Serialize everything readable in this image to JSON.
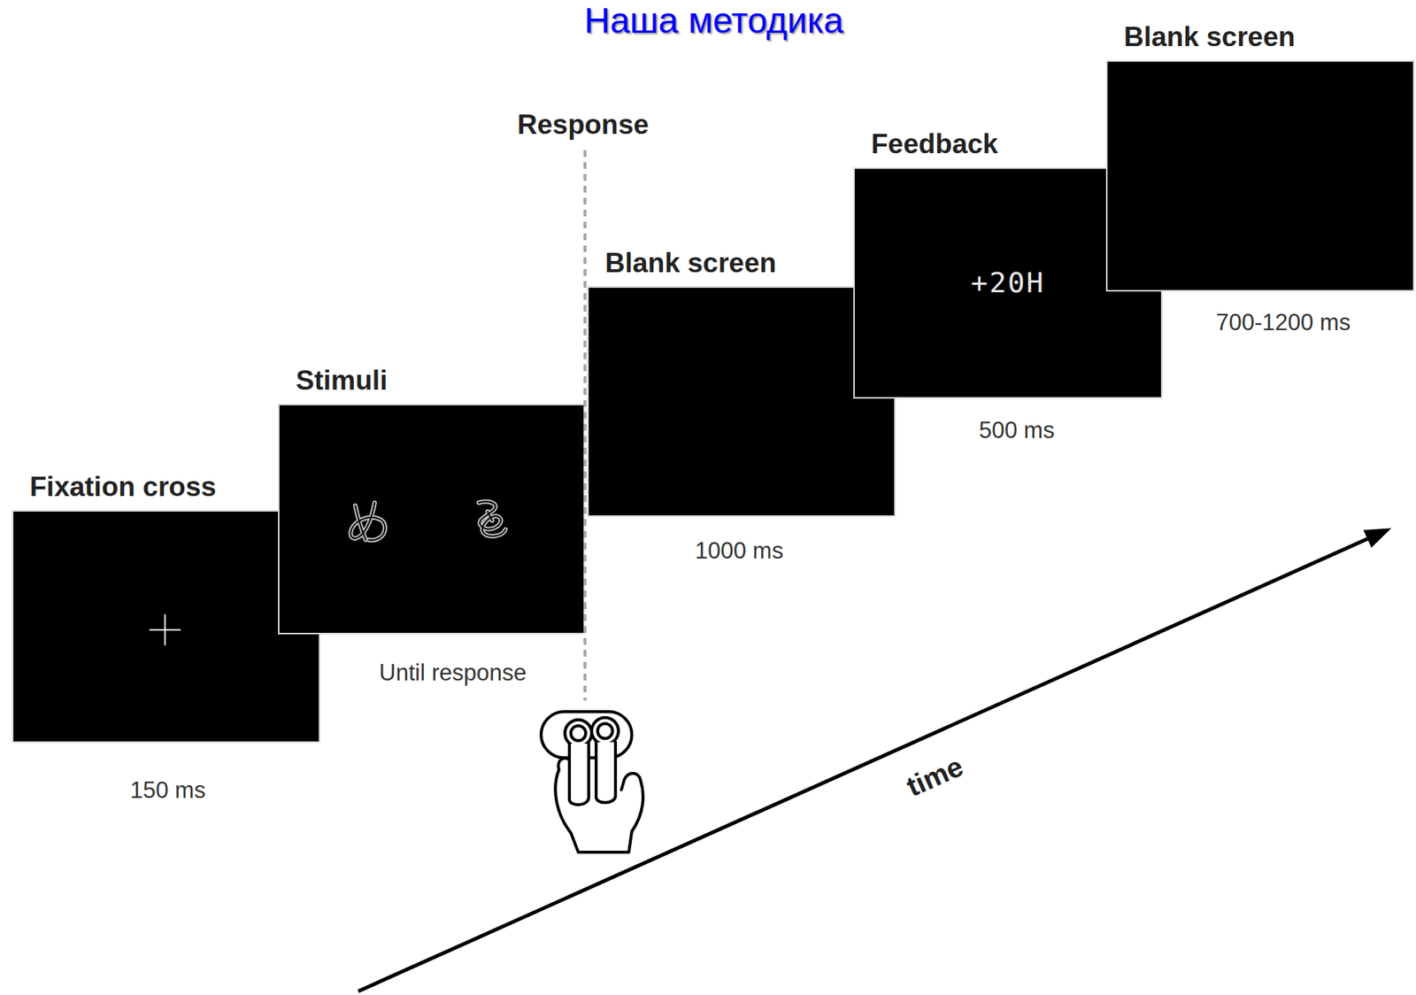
{
  "diagram": {
    "title": "Наша методика",
    "nodes": [
      {
        "text": [
          "Fixation cross",
          "150 ms"
        ]
      },
      {
        "text": [
          "Stimuli",
          "Until response"
        ]
      },
      {
        "text": [
          "Blank screen",
          "1000 ms"
        ]
      },
      {
        "text": [
          "Feedback",
          "+20H",
          "500 ms"
        ]
      },
      {
        "text": [
          "Blank screen",
          "700-1200 ms"
        ]
      }
    ],
    "labels": [
      "Response",
      "time"
    ]
  }
}
